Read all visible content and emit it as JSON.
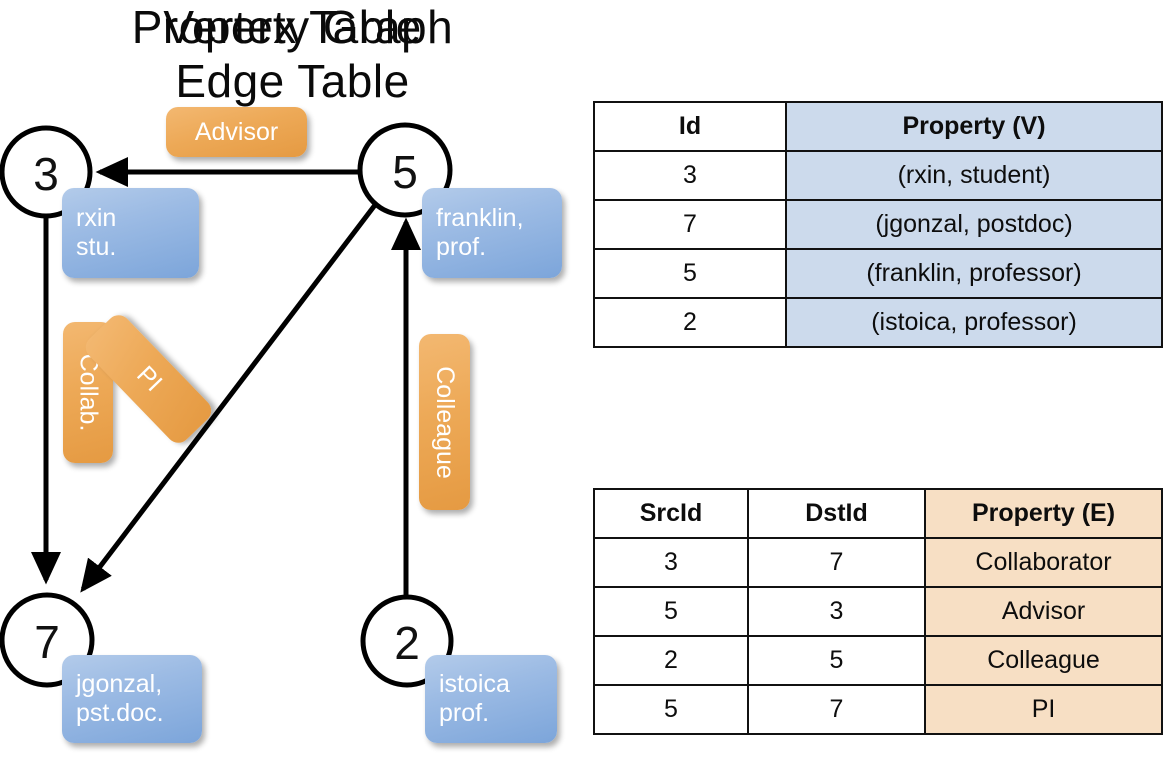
{
  "graph": {
    "title": "Property Graph",
    "nodes": [
      {
        "id": "3",
        "property_lines": [
          "rxin",
          "stu."
        ]
      },
      {
        "id": "5",
        "property_lines": [
          "franklin,",
          "prof."
        ]
      },
      {
        "id": "7",
        "property_lines": [
          "jgonzal,",
          "pst.doc."
        ]
      },
      {
        "id": "2",
        "property_lines": [
          "istoica",
          "prof."
        ]
      }
    ],
    "edge_labels": {
      "advisor": "Advisor",
      "collab": "Collab.",
      "pi": "PI",
      "colleague": "Colleague"
    },
    "colors": {
      "node_fill": "#ffffff",
      "node_stroke": "#000000",
      "vertex_chip": "#9cbbe4",
      "edge_chip": "#eda957"
    }
  },
  "vertex_table": {
    "title": "Vertex Table",
    "headers": [
      "Id",
      "Property (V)"
    ],
    "rows": [
      {
        "id": "3",
        "property": "(rxin, student)"
      },
      {
        "id": "7",
        "property": "(jgonzal, postdoc)"
      },
      {
        "id": "5",
        "property": "(franklin, professor)"
      },
      {
        "id": "2",
        "property": "(istoica, professor)"
      }
    ],
    "property_fill": "#ccdaec"
  },
  "edge_table": {
    "title": "Edge Table",
    "headers": [
      "SrcId",
      "DstId",
      "Property (E)"
    ],
    "rows": [
      {
        "src": "3",
        "dst": "7",
        "property": "Collaborator"
      },
      {
        "src": "5",
        "dst": "3",
        "property": "Advisor"
      },
      {
        "src": "2",
        "dst": "5",
        "property": "Colleague"
      },
      {
        "src": "5",
        "dst": "7",
        "property": "PI"
      }
    ],
    "property_fill": "#f7dfc4"
  }
}
